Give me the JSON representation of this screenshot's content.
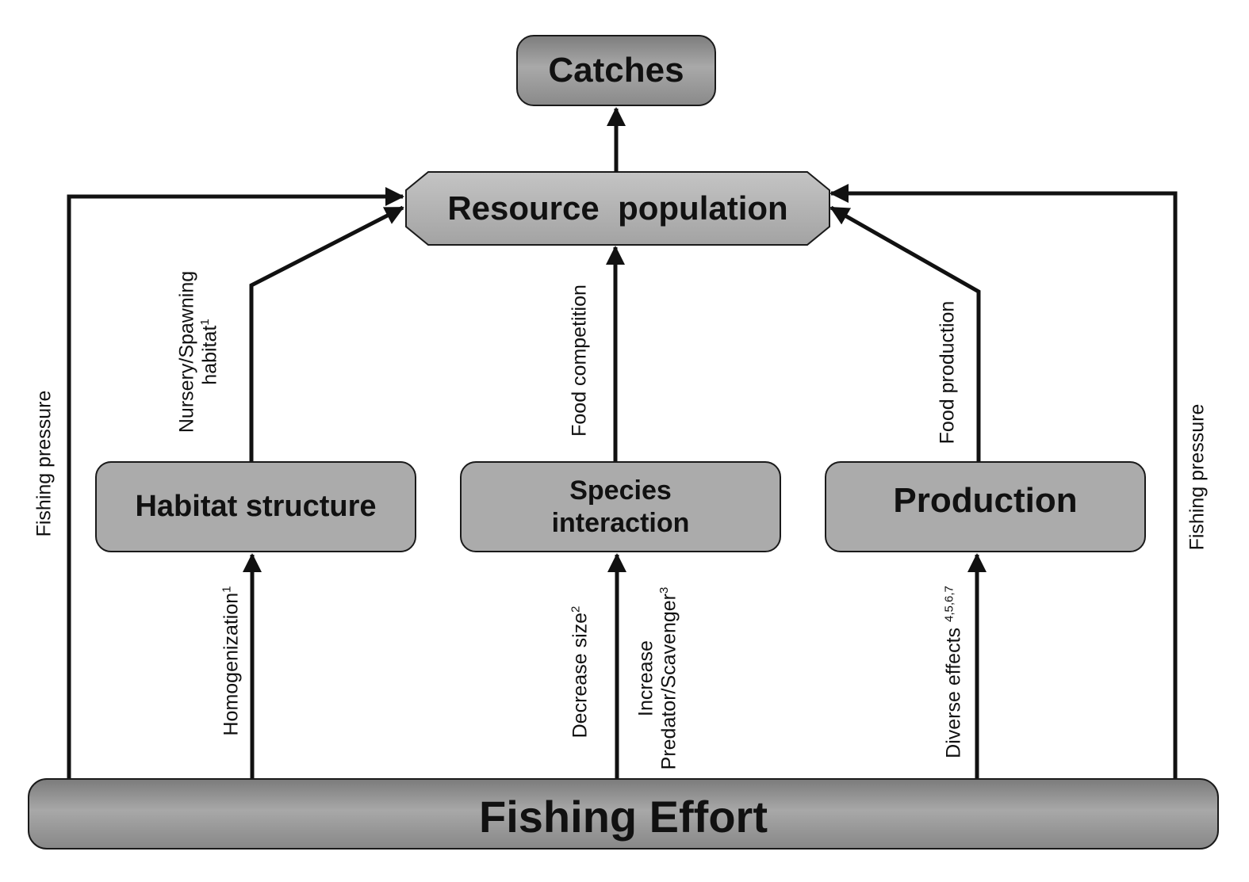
{
  "nodes": {
    "catches": "Catches",
    "resource_population": "Resource  population",
    "habitat_structure": "Habitat structure",
    "species_interaction_line1": "Species",
    "species_interaction_line2": "interaction",
    "production": "Production",
    "fishing_effort": "Fishing Effort"
  },
  "edge_labels": {
    "fishing_pressure_left": "Fishing pressure",
    "fishing_pressure_right": "Fishing pressure",
    "nursery_line1": "Nursery/Spawning",
    "nursery_line2": "habitat",
    "nursery_sup": "1",
    "homogenization": "Homogenization",
    "homogenization_sup": "1",
    "food_competition": "Food competition",
    "decrease_size": "Decrease size",
    "decrease_size_sup": "2",
    "increase_line1": "Increase",
    "increase_line2": "Predator/Scavenger",
    "increase_sup": "3",
    "food_production": "Food production",
    "diverse_effects": "Diverse effects ",
    "diverse_effects_sup": "4,5,6,7"
  },
  "colors": {
    "box_fill": "#ababab",
    "box_dark": "#8a8a8a",
    "stroke": "#111111"
  }
}
